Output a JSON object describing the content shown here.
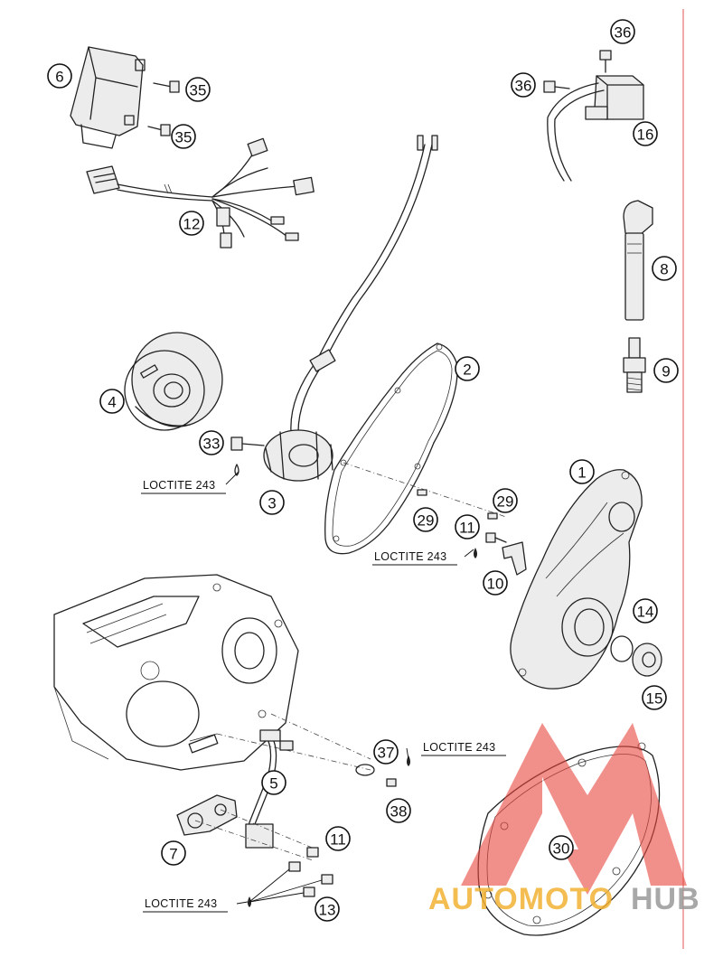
{
  "diagram": {
    "callouts": [
      {
        "id": "c1",
        "label": "1"
      },
      {
        "id": "c2",
        "label": "2"
      },
      {
        "id": "c3",
        "label": "3"
      },
      {
        "id": "c4",
        "label": "4"
      },
      {
        "id": "c5",
        "label": "5"
      },
      {
        "id": "c6",
        "label": "6"
      },
      {
        "id": "c7",
        "label": "7"
      },
      {
        "id": "c8",
        "label": "8"
      },
      {
        "id": "c9",
        "label": "9"
      },
      {
        "id": "c10",
        "label": "10"
      },
      {
        "id": "c11a",
        "label": "11"
      },
      {
        "id": "c11b",
        "label": "11"
      },
      {
        "id": "c12",
        "label": "12"
      },
      {
        "id": "c13",
        "label": "13"
      },
      {
        "id": "c14",
        "label": "14"
      },
      {
        "id": "c15",
        "label": "15"
      },
      {
        "id": "c16",
        "label": "16"
      },
      {
        "id": "c29a",
        "label": "29"
      },
      {
        "id": "c29b",
        "label": "29"
      },
      {
        "id": "c30",
        "label": "30"
      },
      {
        "id": "c33",
        "label": "33"
      },
      {
        "id": "c35a",
        "label": "35"
      },
      {
        "id": "c35b",
        "label": "35"
      },
      {
        "id": "c36a",
        "label": "36"
      },
      {
        "id": "c36b",
        "label": "36"
      },
      {
        "id": "c37",
        "label": "37"
      },
      {
        "id": "c38",
        "label": "38"
      }
    ],
    "notes": [
      {
        "id": "n1",
        "label": "LOCTITE 243"
      },
      {
        "id": "n2",
        "label": "LOCTITE 243"
      },
      {
        "id": "n3",
        "label": "LOCTITE 243"
      },
      {
        "id": "n4",
        "label": "LOCTITE 243"
      }
    ]
  },
  "watermark": {
    "part1": "AUTOMOTO",
    "part2": "HUB",
    "color_primary": "#f2b233",
    "color_secondary": "#9a9a9a",
    "logo_color": "#e8473f"
  },
  "colors": {
    "line": "#222222",
    "margin_rule": "#e05050"
  }
}
